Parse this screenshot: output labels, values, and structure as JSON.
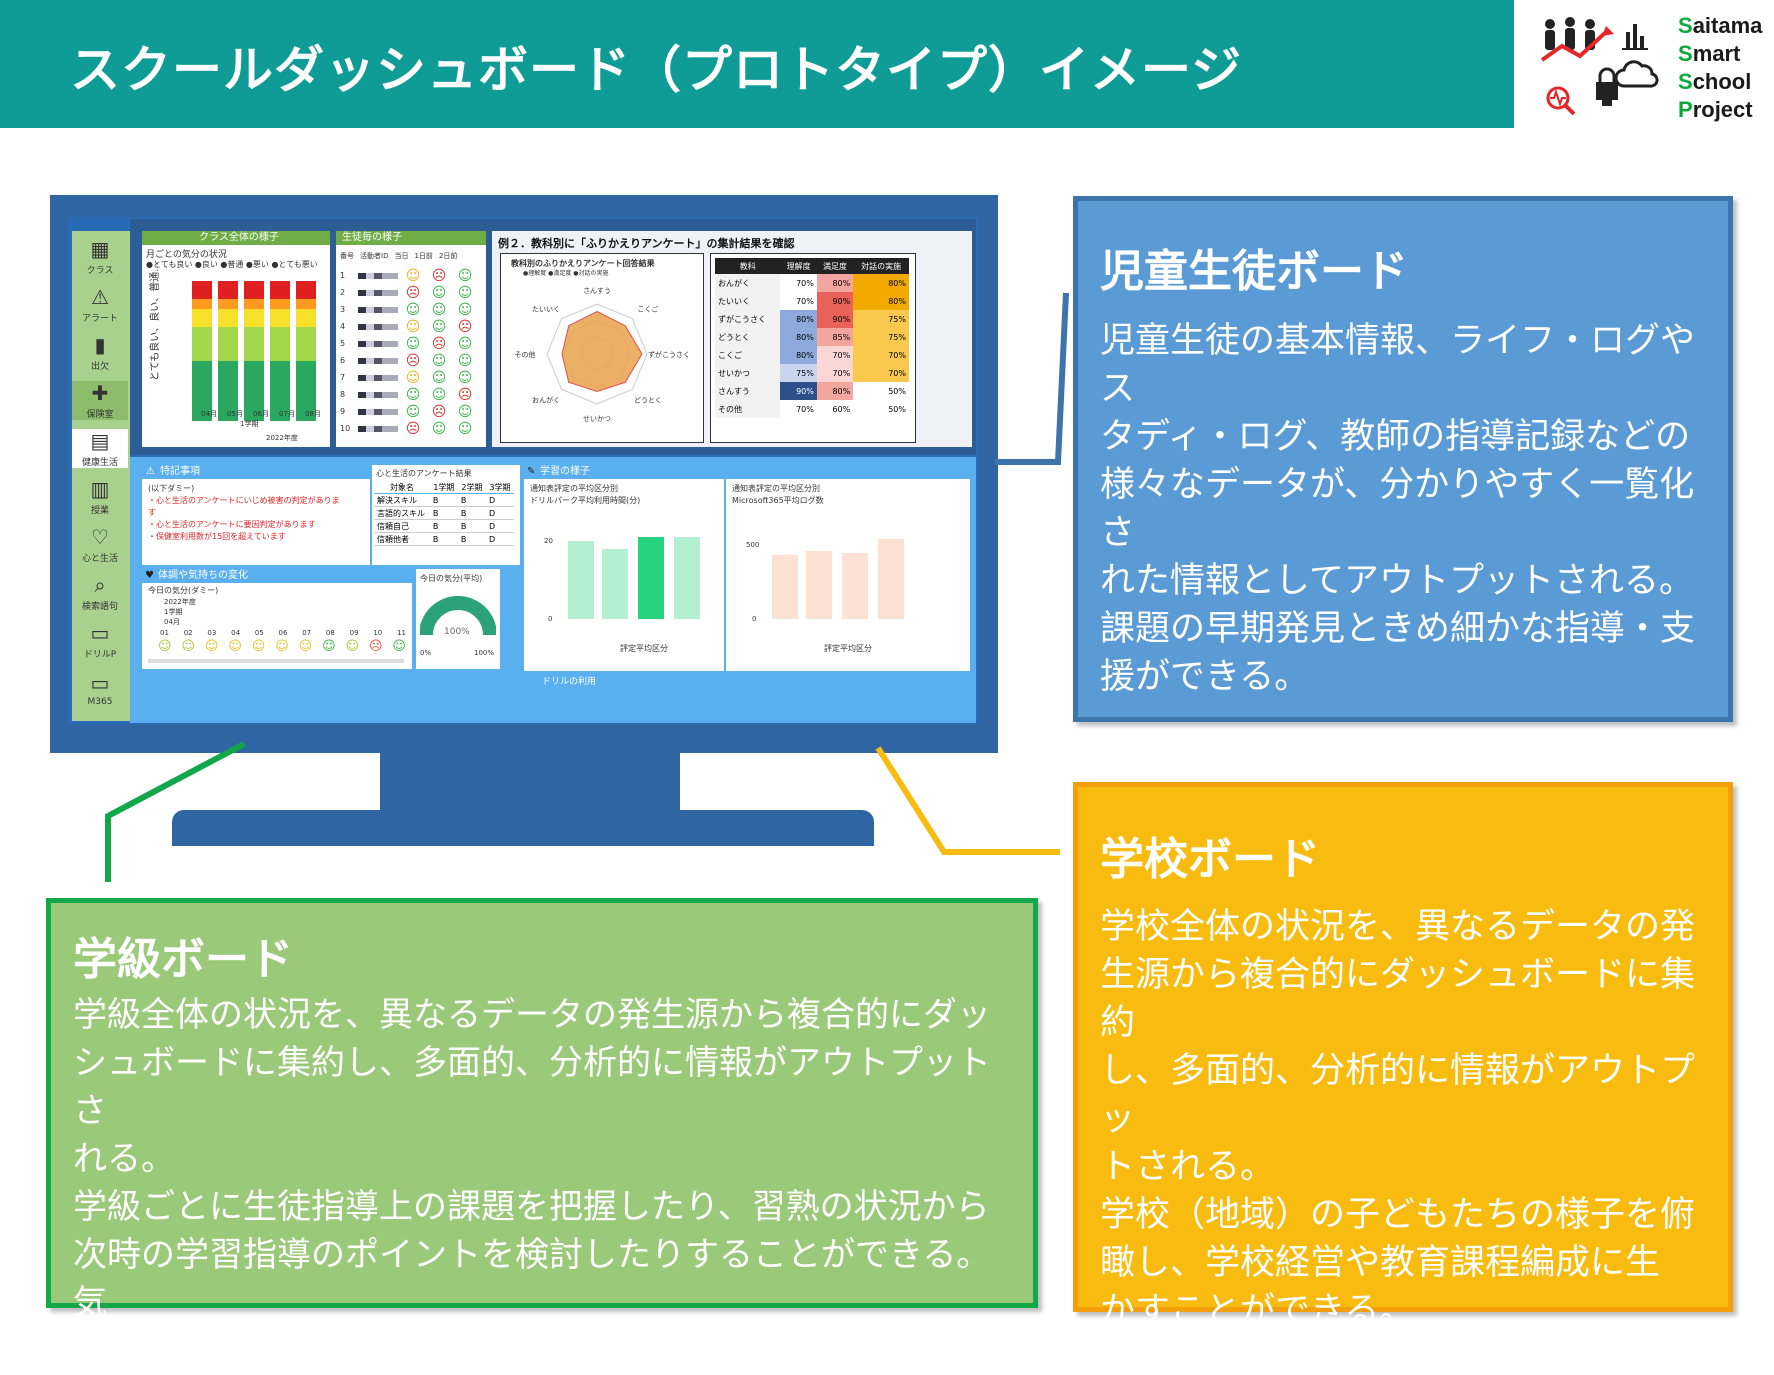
{
  "header": {
    "title": "スクールダッシュボード（プロトタイプ）イメージ"
  },
  "logo": {
    "lines": [
      {
        "initial": "S",
        "rest": "aitama"
      },
      {
        "initial": "S",
        "rest": "mart"
      },
      {
        "initial": "S",
        "rest": "chool"
      },
      {
        "initial": "P",
        "rest": "roject"
      }
    ]
  },
  "student_board": {
    "title": "児童生徒ボード",
    "body": "児童生徒の基本情報、ライフ・ログやス\nタディ・ログ、教師の指導記録などの\n様々なデータが、分かりやすく一覧化さ\nれた情報としてアウトプットされる。\n課題の早期発見ときめ細かな指導・支\n援ができる。"
  },
  "school_board": {
    "title": "学校ボード",
    "body": "学校全体の状況を、異なるデータの発\n生源から複合的にダッシュボードに集約\nし、多面的、分析的に情報がアウトプッ\nトされる。\n学校（地域）の子どもたちの様子を俯\n瞰し、学校経営や教育課程編成に生\nかすことができる。"
  },
  "class_board": {
    "title": "学級ボード",
    "body": "学級全体の状況を、異なるデータの発生源から複合的にダッ\nシュボードに集約し、多面的、分析的に情報がアウトプットさ\nれる。\n学級ごとに生徒指導上の課題を把握したり、習熟の状況から\n次時の学習指導のポイントを検討したりすることができる。気\nになる児童生徒については、「児童生徒ボード」で確認する。"
  },
  "dashboard": {
    "sidebar": [
      "クラス",
      "アラート",
      "出欠",
      "保険室",
      "健康生活",
      "授業",
      "心と生活",
      "検索語句",
      "ドリルP",
      "M365"
    ],
    "class_panel": {
      "title": "クラス全体の様子",
      "subtitle": "月ごとの気分の状況",
      "legend": "●とても良い ●良い ●普通 ●悪い ●とても悪い",
      "y_label": "とても良い、良い、普通...",
      "months": [
        "04月",
        "05月",
        "06月",
        "07月",
        "08月"
      ],
      "term": "1学期",
      "year": "2022年度"
    },
    "student_panel": {
      "title": "生徒毎の様子",
      "cols": [
        "番号",
        "活動者ID",
        "当日",
        "1日前",
        "2日前"
      ],
      "numbers": [
        "1",
        "2",
        "3",
        "4",
        "5",
        "6",
        "7",
        "8",
        "9",
        "10"
      ]
    },
    "survey_panel": {
      "title": "例２．教科別に「ふりかえりアンケート」の集計結果を確認",
      "radar_title": "教科別のふりかえりアンケート回答結果",
      "radar_legend": "●理解度 ●満足度 ●対話の実施",
      "subjects": [
        "さんすう",
        "こくご",
        "ずがこうさく",
        "どうとく",
        "せいかつ",
        "おんがく",
        "その他",
        "たいいく"
      ],
      "table_headers": [
        "教科",
        "理解度",
        "満足度",
        "対話の実施"
      ],
      "table_rows": [
        [
          "おんがく",
          "70%",
          "80%",
          "80%"
        ],
        [
          "たいいく",
          "70%",
          "90%",
          "80%"
        ],
        [
          "ずがこうさく",
          "80%",
          "90%",
          "75%"
        ],
        [
          "どうとく",
          "80%",
          "85%",
          "75%"
        ],
        [
          "こくご",
          "80%",
          "70%",
          "70%"
        ],
        [
          "せいかつ",
          "75%",
          "70%",
          "70%"
        ],
        [
          "さんすう",
          "90%",
          "80%",
          "50%"
        ],
        [
          "その他",
          "70%",
          "60%",
          "50%"
        ]
      ]
    },
    "notes_panel": {
      "title": "特記事項",
      "lines": [
        "(以下ダミー)",
        "・心と生活のアンケートにいじめ被害の判定がありま",
        "す",
        "・心と生活のアンケートに要因判定があります",
        "・保健室利用数が15回を超えています"
      ]
    },
    "heart_panel": {
      "title": "心と生活のアンケート結果",
      "cols": [
        "対象名",
        "1学期",
        "2学期",
        "3学期"
      ],
      "rows": [
        [
          "解決スキル",
          "B",
          "B",
          "D"
        ],
        [
          "言語的スキル",
          "B",
          "B",
          "D"
        ],
        [
          "信頼自己",
          "B",
          "B",
          "D"
        ],
        [
          "信頼他者",
          "B",
          "B",
          "D"
        ]
      ]
    },
    "learning_panel": {
      "title": "学習の様子",
      "left_title": "通知表評定の平均区分別",
      "left_sub": "ドリルパーク平均利用時間(分)",
      "right_title": "通知表評定の平均区分別",
      "right_sub": "Microsoft365平均ログ数",
      "x_label": "評定平均区分",
      "left_yticks": [
        "20",
        "0"
      ],
      "right_yticks": [
        "500",
        "0"
      ]
    },
    "mood_panel": {
      "title": "体調や気持ちの変化",
      "chart_title": "今日の気分(ダミー)",
      "year": "2022年度",
      "term": "1学期",
      "month": "04月",
      "days": [
        "01",
        "02",
        "03",
        "04",
        "05",
        "06",
        "07",
        "08",
        "09",
        "10",
        "11"
      ],
      "gauge_title": "今日の気分(平均)",
      "gauge_value": "100%",
      "gauge_min": "0%",
      "gauge_max": "100%"
    },
    "drill_panel": {
      "title": "ドリルの利用"
    }
  },
  "colors": {
    "header": "#0f9b96",
    "monitor": "#2f65a3",
    "student": "#5b9bd5",
    "school": "#f8bb10",
    "class": "#9ac97a",
    "class_border": "#12a84a"
  }
}
